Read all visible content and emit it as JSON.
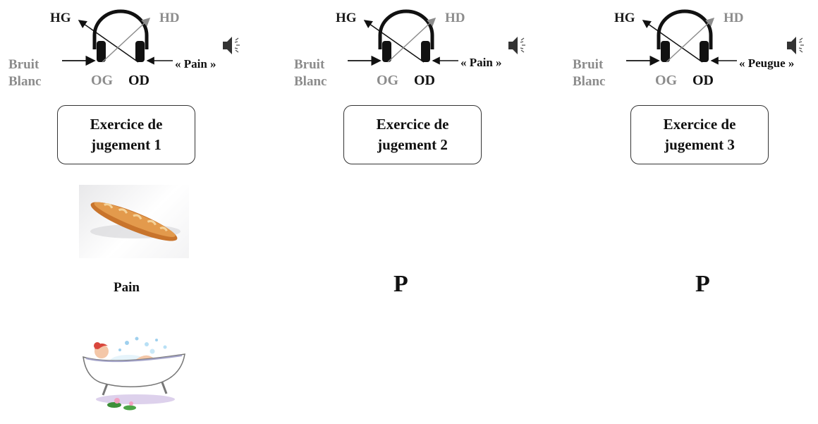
{
  "panels": [
    {
      "hg": "HG",
      "hd": "HD",
      "og": "OG",
      "od": "OD",
      "noise_label": "Bruit\nBlanc",
      "word": "« Pain »",
      "exercise": "Exercice de jugement 1",
      "speaker_icon": "speaker-icon"
    },
    {
      "hg": "HG",
      "hd": "HD",
      "og": "OG",
      "od": "OD",
      "noise_label": "Bruit\nBlanc",
      "word": "« Pain »",
      "exercise": "Exercice de jugement 2",
      "letter": "P",
      "speaker_icon": "speaker-icon"
    },
    {
      "hg": "HG",
      "hd": "HD",
      "og": "OG",
      "od": "OD",
      "noise_label": "Bruit\nBlanc",
      "word": "« Peugue »",
      "exercise": "Exercice de jugement 3",
      "letter": "P",
      "speaker_icon": "speaker-icon"
    }
  ],
  "pictures": {
    "bread_label": "Pain",
    "icons": [
      "baguette-image",
      "bathtub-image"
    ]
  },
  "colors": {
    "dark": "#111111",
    "grey": "#8c8c8c",
    "bread": "#d98a3e"
  }
}
